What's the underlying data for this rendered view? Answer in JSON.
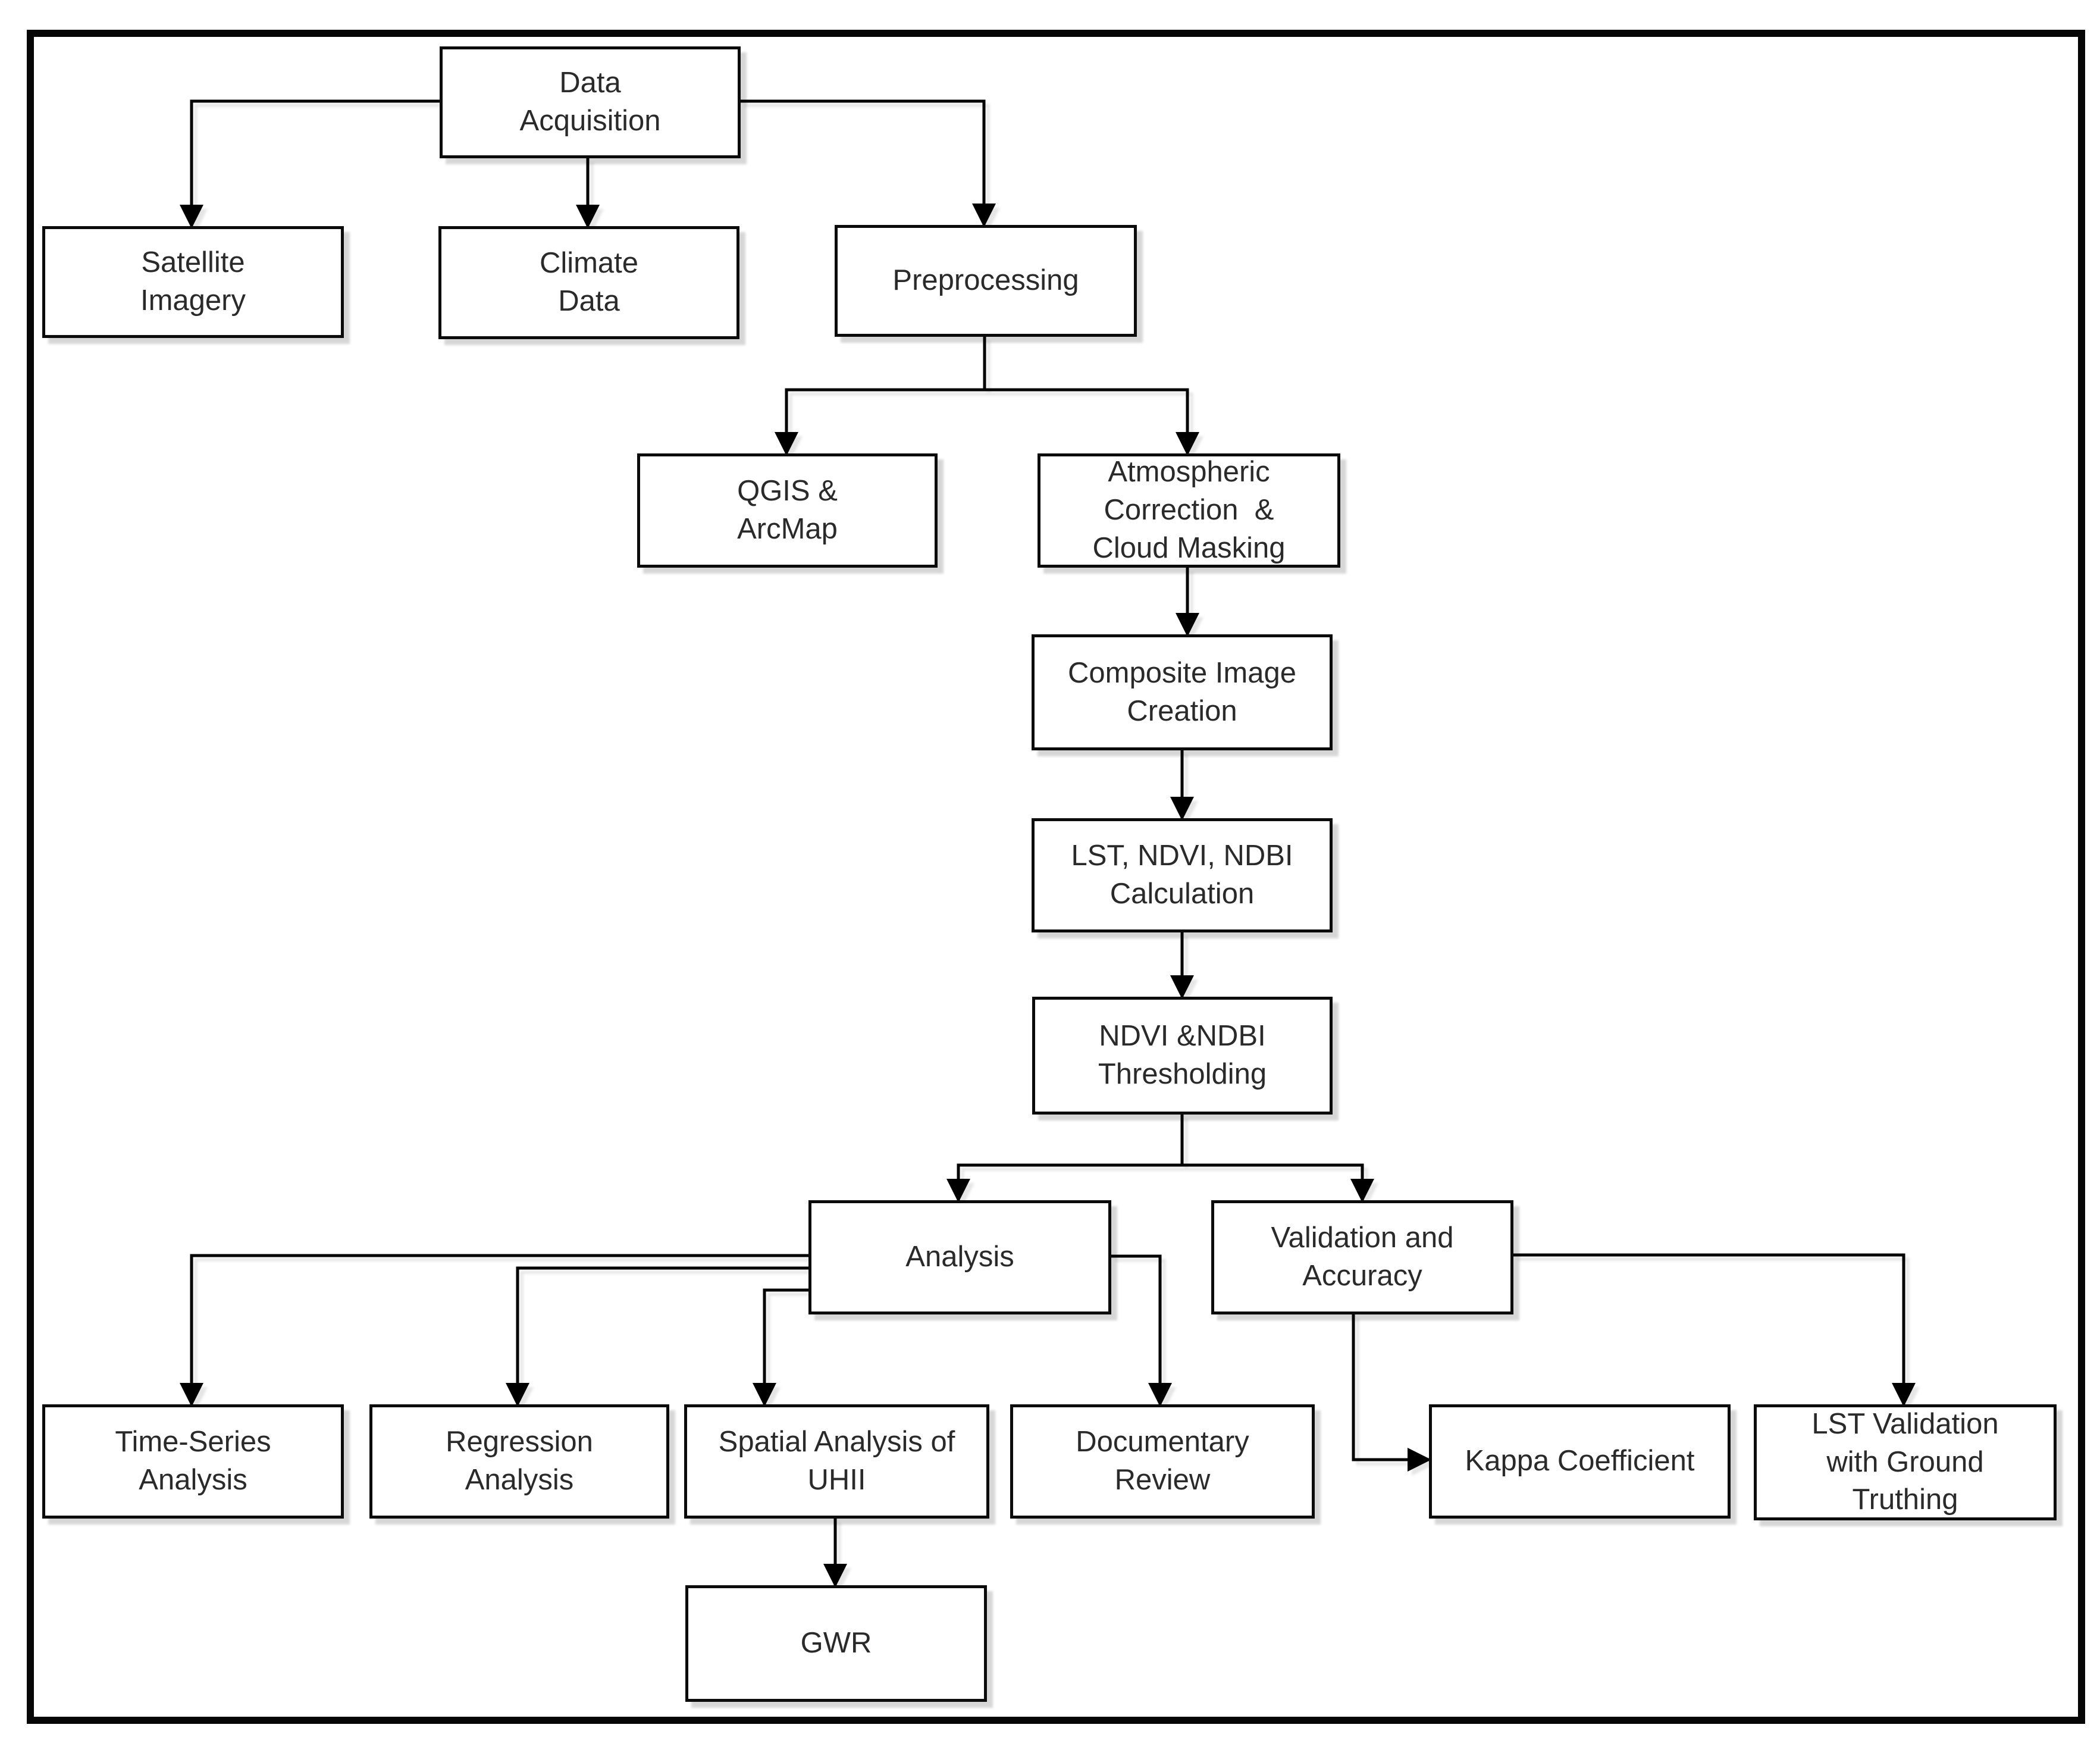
{
  "diagram": {
    "type": "flowchart",
    "colors": {
      "line": "#000000",
      "box_border": "#0b0b0b",
      "box_background": "#ffffff",
      "text": "#2a2a2a",
      "page_background": "#ffffff"
    },
    "nodes": {
      "data_acquisition": {
        "label": "Data\nAcquisition"
      },
      "satellite_imagery": {
        "label": "Satellite\nImagery"
      },
      "climate_data": {
        "label": "Climate\nData"
      },
      "preprocessing": {
        "label": "Preprocessing"
      },
      "qgis_arcmap": {
        "label": "QGIS &\nArcMap"
      },
      "atmospheric_correction": {
        "label": "Atmospheric\nCorrection  &\nCloud Masking"
      },
      "composite_image": {
        "label": "Composite Image\nCreation"
      },
      "lst_ndvi_ndbi": {
        "label": "LST, NDVI, NDBI\nCalculation"
      },
      "ndvi_ndbi_thresholding": {
        "label": "NDVI &NDBI\nThresholding"
      },
      "analysis": {
        "label": "Analysis"
      },
      "validation_accuracy": {
        "label": "Validation and\nAccuracy"
      },
      "time_series": {
        "label": "Time-Series\nAnalysis"
      },
      "regression": {
        "label": "Regression\nAnalysis"
      },
      "spatial_uhii": {
        "label": "Spatial Analysis of\nUHII"
      },
      "documentary_review": {
        "label": "Documentary\nReview"
      },
      "kappa_coefficient": {
        "label": "Kappa Coefficient"
      },
      "lst_validation": {
        "label": "LST Validation\nwith Ground\nTruthing"
      },
      "gwr": {
        "label": "GWR"
      }
    },
    "edges": [
      {
        "from": "data_acquisition",
        "to": "satellite_imagery"
      },
      {
        "from": "data_acquisition",
        "to": "climate_data"
      },
      {
        "from": "data_acquisition",
        "to": "preprocessing"
      },
      {
        "from": "preprocessing",
        "to": "qgis_arcmap"
      },
      {
        "from": "preprocessing",
        "to": "atmospheric_correction"
      },
      {
        "from": "atmospheric_correction",
        "to": "composite_image"
      },
      {
        "from": "composite_image",
        "to": "lst_ndvi_ndbi"
      },
      {
        "from": "lst_ndvi_ndbi",
        "to": "ndvi_ndbi_thresholding"
      },
      {
        "from": "ndvi_ndbi_thresholding",
        "to": "analysis"
      },
      {
        "from": "ndvi_ndbi_thresholding",
        "to": "validation_accuracy"
      },
      {
        "from": "analysis",
        "to": "time_series"
      },
      {
        "from": "analysis",
        "to": "regression"
      },
      {
        "from": "analysis",
        "to": "spatial_uhii"
      },
      {
        "from": "analysis",
        "to": "documentary_review"
      },
      {
        "from": "validation_accuracy",
        "to": "kappa_coefficient"
      },
      {
        "from": "validation_accuracy",
        "to": "lst_validation"
      },
      {
        "from": "spatial_uhii",
        "to": "gwr"
      }
    ]
  }
}
